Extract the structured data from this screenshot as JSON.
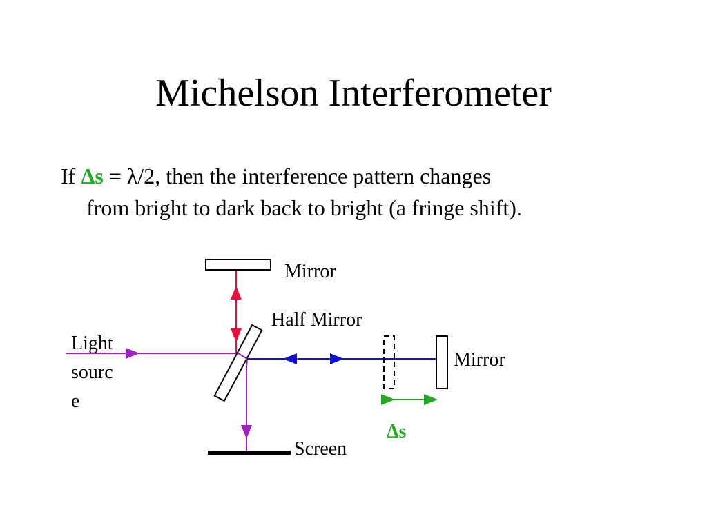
{
  "slide": {
    "title": "Michelson Interferometer",
    "body": {
      "prefix": "If ",
      "delta_s": "Δs",
      "equation": " = λ/2, then the interference pattern changes",
      "line2": "from bright to dark back to bright (a fringe shift)."
    }
  },
  "diagram": {
    "labels": {
      "top_mirror": "Mirror",
      "half_mirror": "Half Mirror",
      "light_source": [
        "Light",
        "sourc",
        "e"
      ],
      "right_mirror": "Mirror",
      "delta_s": "Δs",
      "screen": "Screen"
    },
    "colors": {
      "top_beam": "#e8103a",
      "source_beam": "#a020c0",
      "right_beam": "#1010d0",
      "screen_beam": "#a020c0",
      "delta_s": "#22aa22"
    }
  }
}
